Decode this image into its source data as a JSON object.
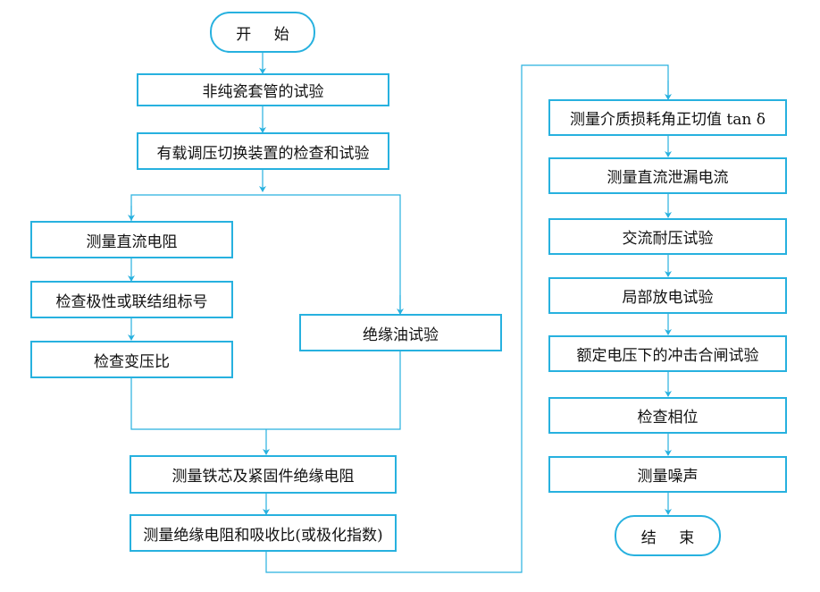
{
  "diagram": {
    "colors": {
      "stroke": "#27b1df",
      "text": "#111111",
      "background": "#ffffff"
    },
    "nodes": {
      "start": "开 始",
      "n1": "非纯瓷套管的试验",
      "n2": "有载调压切换装置的检查和试验",
      "n3": "测量直流电阻",
      "n4": "检查极性或联结组标号",
      "n5": "检查变压比",
      "n6": "绝缘油试验",
      "n7": "测量铁芯及紧固件绝缘电阻",
      "n8": "测量绝缘电阻和吸收比(或极化指数)",
      "n9": "测量介质损耗角正切值 tan δ",
      "n10": "测量直流泄漏电流",
      "n11": "交流耐压试验",
      "n12": "局部放电试验",
      "n13": "额定电压下的冲击合闸试验",
      "n14": "检查相位",
      "n15": "测量噪声",
      "end": "结 束"
    }
  }
}
